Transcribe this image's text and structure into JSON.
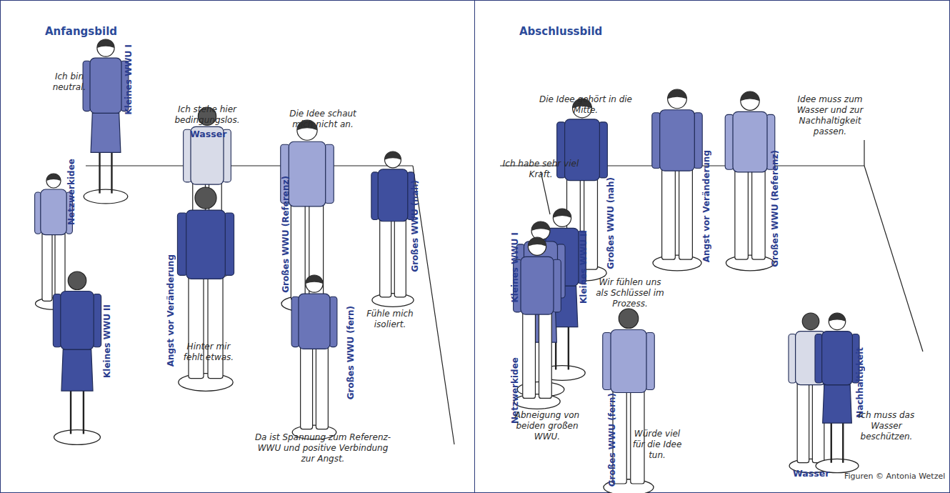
{
  "diagram": {
    "nodes": [
      {
        "text": [
          "Anfangsbild"
        ]
      },
      {
        "text": [
          "Abschlussbild"
        ]
      }
    ],
    "labels": [
      "Ich bin neutral.",
      "Kleines WWU I",
      "Ich stehe hier bedingungslos.",
      "Wasser",
      "Die Idee schaut mich nicht an.",
      "Netzwerkidee",
      "Großes WWU (nah)",
      "Großes WWU (Referenz)",
      "Angst vor Veränderung",
      "Kleines WWU II",
      "Fühle mich isoliert.",
      "Großes WWU (fern)",
      "Hinter mir fehlt etwas.",
      "Da ist Spannung zum Referenz-WWU und positive Verbindung zur Angst.",
      "Die Idee gehört in die Mitte.",
      "Idee muss zum Wasser und zur Nachhaltigkeit passen.",
      "Ich habe sehr viel Kraft.",
      "Großes WWU (nah)",
      "Angst vor Veränderung",
      "Großes WWU (Referenz)",
      "Kleines WWU I",
      "Kleines WWU II",
      "Wir fühlen uns als Schlüssel im Prozess.",
      "Netzwerkidee",
      "Abneigung von beiden großen WWU.",
      "Großes WWU (fern)",
      "Würde viel für die Idee tun.",
      "Nachhaltigkeit",
      "Ich muss das Wasser beschützen.",
      "Wasser",
      "Figuren © Antonia Wetzel"
    ]
  }
}
